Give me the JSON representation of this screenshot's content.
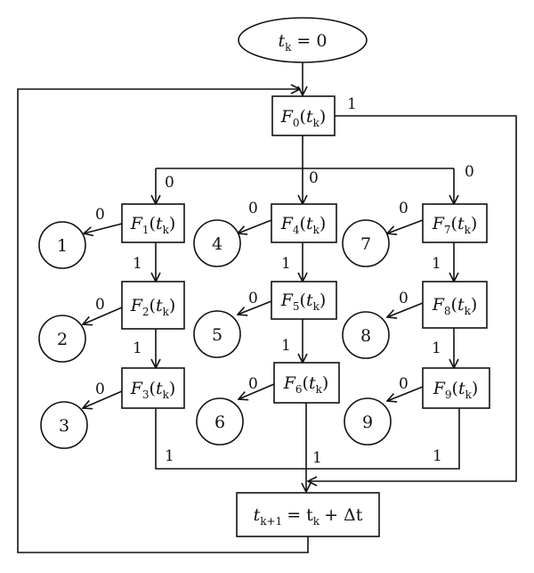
{
  "start_node": {
    "lhs": "t",
    "sub": "k",
    "rhs": "= 0"
  },
  "update_node": {
    "t1": "t",
    "s1": "k+1",
    "mid": "= t",
    "s2": "k",
    "end": "+ Δt"
  },
  "f_symbol": "F",
  "f_arg": "t",
  "f_arg_sub": "k",
  "functions": [
    {
      "index": "0"
    },
    {
      "index": "1"
    },
    {
      "index": "2"
    },
    {
      "index": "3"
    },
    {
      "index": "4"
    },
    {
      "index": "5"
    },
    {
      "index": "6"
    },
    {
      "index": "7"
    },
    {
      "index": "8"
    },
    {
      "index": "9"
    }
  ],
  "states": [
    "1",
    "2",
    "3",
    "4",
    "5",
    "6",
    "7",
    "8",
    "9"
  ],
  "edge_labels": {
    "zero": "0",
    "one": "1"
  }
}
